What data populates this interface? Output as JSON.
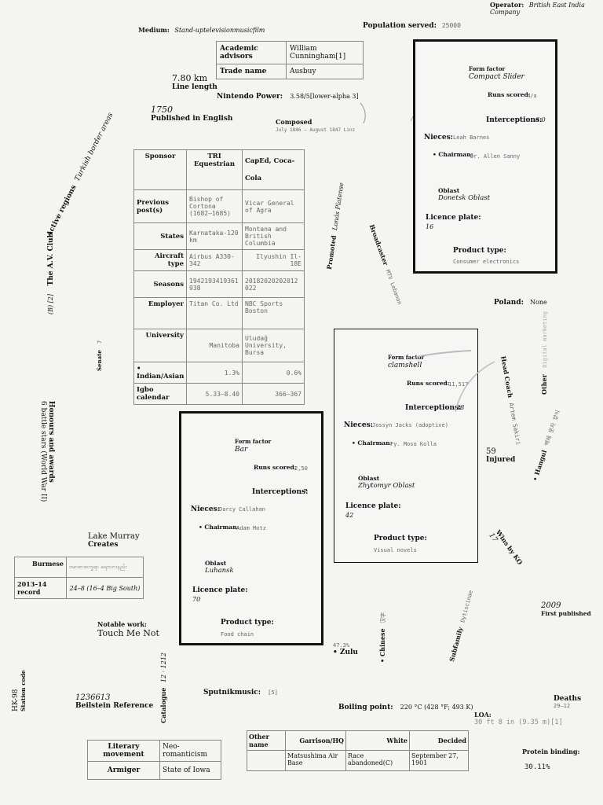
{
  "operator": {
    "label": "Operator:",
    "value": "British East India Company"
  },
  "medium": {
    "label": "Medium:",
    "value": "Stand-uptelevisionmusicfilm"
  },
  "population": {
    "label": "Population served:",
    "value": "25000"
  },
  "top_table": [
    {
      "key": "Academic advisors",
      "value": "William Cunningham[1]"
    },
    {
      "key": "Trade name",
      "value": "Ausbuy"
    }
  ],
  "line_length": {
    "value": "7.80 km",
    "label": "Line length"
  },
  "nintendo": {
    "label": "Nintendo Power:",
    "value": "3.58/5[lower-alpha 3]"
  },
  "published": {
    "value": "1750",
    "label": "Published in English"
  },
  "composed": {
    "label": "Composed",
    "value": "July 1846 – August 1847 Linz"
  },
  "main_table": {
    "headers": [
      "Sponsor",
      "TRI Equestrian",
      "CapEd, Coca-Cola"
    ],
    "rows": [
      {
        "key": "Previous post(s)",
        "a": "Bishop of Cortona (1682–1685)",
        "b": "Vicar General of Agra"
      },
      {
        "key": "States",
        "a": "Karnataka-120 km",
        "b": "Montana and British Columbia"
      },
      {
        "key": "Aircraft type",
        "a": "Airbus A330-342",
        "b": "Ilyushin Il-18E"
      },
      {
        "key": "Seasons",
        "a": "1942193419361938",
        "b": "20182020202012022"
      },
      {
        "key": "Employer",
        "a": "Titan Co. Ltd",
        "b": "NBC Sports Boston"
      },
      {
        "key": "University",
        "a": "Manitoba",
        "b": "Uludağ University, Bursa"
      },
      {
        "key": "• Indian/Asian",
        "a": "1.3%",
        "b": "0.6%"
      },
      {
        "key": "Igbo calendar",
        "a": "5.33–8.40",
        "b": "366–367"
      }
    ]
  },
  "active_regions": {
    "label": "Active regions",
    "value": "Turkish border areas"
  },
  "av_club": {
    "label": "The A.V. Club",
    "value": "(B) [2]"
  },
  "senate": {
    "label": "Senate",
    "value": "7"
  },
  "honours": {
    "label": "Honours and awards",
    "value": "6 battle stars (World War II)"
  },
  "promoted": {
    "label": "Promoted",
    "value": "Lonás Platense"
  },
  "broadcaster": {
    "label": "Broadcaster",
    "value": "MTV Lebanon"
  },
  "poland": {
    "label": "Poland:",
    "value": "None"
  },
  "head_coach": {
    "label": "Head Coach",
    "value": "Artem Sakiri"
  },
  "other": {
    "label": "Other",
    "value": "Digital marketing"
  },
  "hangul": {
    "label": "• Hangul",
    "value": "백제 문자 양식"
  },
  "injured": {
    "value": "59",
    "label": "Injured"
  },
  "wins_ko": {
    "label": "Wins by KO",
    "value": "17"
  },
  "cards": [
    {
      "form_factor": "Compact Slider",
      "runs": "n/a",
      "interceptions": "6.0",
      "nieces": "Leah Barnes",
      "chairman": "Dr. Allen Sanny",
      "oblast": "Donetsk Oblast",
      "licence": "16",
      "product": "Consumer electronics"
    },
    {
      "form_factor": "clamshell",
      "runs": "11,517",
      "interceptions": "38",
      "nieces": "Jossyn Jacks (adoptive)",
      "chairman": "Fy. Moso Kolla",
      "oblast": "Zhytomyr Oblast",
      "licence": "42",
      "product": "Visual novels"
    },
    {
      "form_factor": "Bar",
      "runs": "2,50",
      "interceptions": "7",
      "nieces": "Darcy Callahan",
      "chairman": "Adam Motz",
      "oblast": "Luhansk",
      "licence": "70",
      "product": "Food chain"
    }
  ],
  "card_labels": {
    "form_factor": "Form factor",
    "runs": "Runs scored:",
    "interceptions": "Interceptions:",
    "nieces": "Nieces:",
    "chairman": "• Chairman:",
    "oblast": "Oblast",
    "licence": "Licence plate:",
    "product": "Product type:"
  },
  "lake": {
    "value": "Lake Murray",
    "label": "Creates"
  },
  "left_table": [
    {
      "key": "Burmese",
      "value": "ဗမာစာအက္ခရာ ရေးသားနည်း"
    },
    {
      "key": "2013–14 record",
      "value": "24–8 (16–4 Big South)"
    }
  ],
  "notable": {
    "label": "Notable work:",
    "value": "Touch Me Not"
  },
  "first_pub": {
    "value": "2009",
    "label": "First published"
  },
  "zulu": {
    "value": "47.3%",
    "label": "• Zulu"
  },
  "chinese": {
    "label": "• Chinese",
    "value": "汉字"
  },
  "subfamily": {
    "label": "Subfamily",
    "value": "Dytiscinae"
  },
  "hk": {
    "value": "HK-98",
    "label": "Station code"
  },
  "beilstein": {
    "value": "1236613",
    "label": "Beilstein Reference"
  },
  "catalogue": {
    "label": "Catalogue",
    "value": "12 · 1212"
  },
  "sputnik": {
    "label": "Sputnikmusic:",
    "value": "[5]"
  },
  "boiling": {
    "label": "Boiling point:",
    "value": "220 °C (428 °F; 493 K)"
  },
  "deaths": {
    "label": "Deaths",
    "value": "29–12"
  },
  "loa": {
    "label": "LOA:",
    "value": "30 ft 8 in (9.35 m)[1]"
  },
  "protein": {
    "label": "Protein binding:",
    "value": "30.11%"
  },
  "bottom_table": {
    "headers": [
      "Other name",
      "Garrison/HQ",
      "White",
      "Decided"
    ],
    "row": [
      "",
      "Matsushima Air Base",
      "Race abandoned(C)",
      "September 27, 1901"
    ]
  },
  "lit_table": [
    {
      "key": "Literary movement",
      "value": "Neo-romanticism"
    },
    {
      "key": "Armiger",
      "value": "State of Iowa"
    }
  ]
}
